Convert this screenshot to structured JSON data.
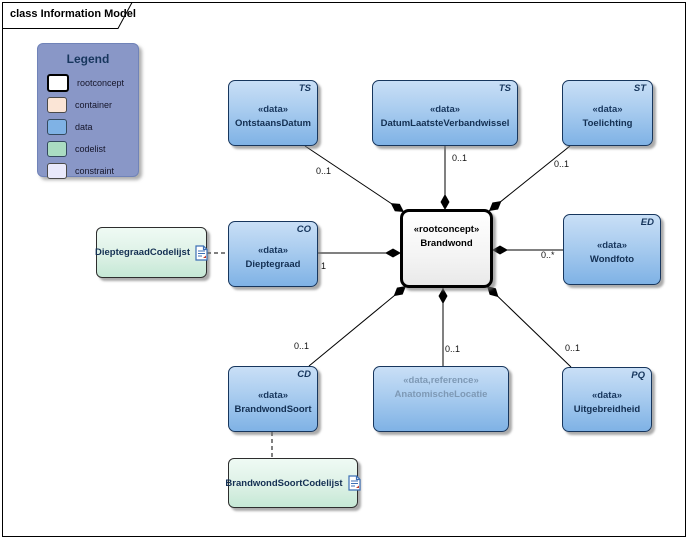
{
  "frame": {
    "title": "class Information Model"
  },
  "legend": {
    "title": "Legend",
    "items": [
      {
        "label": "rootconcept",
        "color": "#ffffff"
      },
      {
        "label": "container",
        "color": "#fbe5d6"
      },
      {
        "label": "data",
        "color": "#7fb2e5"
      },
      {
        "label": "codelist",
        "color": "#aadcc2"
      },
      {
        "label": "constraint",
        "color": "#e9e9fb"
      }
    ]
  },
  "root_node": {
    "stereotype": "«rootconcept»",
    "name": "Brandwond"
  },
  "data_nodes": [
    {
      "stereotype": "«data»",
      "name": "OntstaansDatum",
      "tag": "TS",
      "multiplicity": "0..1"
    },
    {
      "stereotype": "«data»",
      "name": "DatumLaatsteVerbandwissel",
      "tag": "TS",
      "multiplicity": "0..1"
    },
    {
      "stereotype": "«data»",
      "name": "Toelichting",
      "tag": "ST",
      "multiplicity": "0..1"
    },
    {
      "stereotype": "«data»",
      "name": "Dieptegraad",
      "tag": "CO",
      "multiplicity": "1"
    },
    {
      "stereotype": "«data»",
      "name": "Wondfoto",
      "tag": "ED",
      "multiplicity": "0..*"
    },
    {
      "stereotype": "«data»",
      "name": "BrandwondSoort",
      "tag": "CD",
      "multiplicity": "0..1"
    },
    {
      "stereotype": "«data,reference»",
      "name": "AnatomischeLocatie",
      "tag": "",
      "multiplicity": "0..1"
    },
    {
      "stereotype": "«data»",
      "name": "Uitgebreidheid",
      "tag": "PQ",
      "multiplicity": "0..1"
    }
  ],
  "codelist_nodes": [
    {
      "name": "DieptegraadCodelijst"
    },
    {
      "name": "BrandwondSoortCodelijst"
    }
  ],
  "colors": {
    "data_fill_top": "#c9dff6",
    "data_fill_bottom": "#7fb2e5",
    "data_border": "#17365d",
    "data_text": "#17365d",
    "reference_text": "#7e99b5",
    "root_border": "#000000",
    "codelist_fill": "#ddf1e6",
    "legend_background": "#8997c7",
    "legend_title_text": "#17365d",
    "connector": "#000000"
  }
}
